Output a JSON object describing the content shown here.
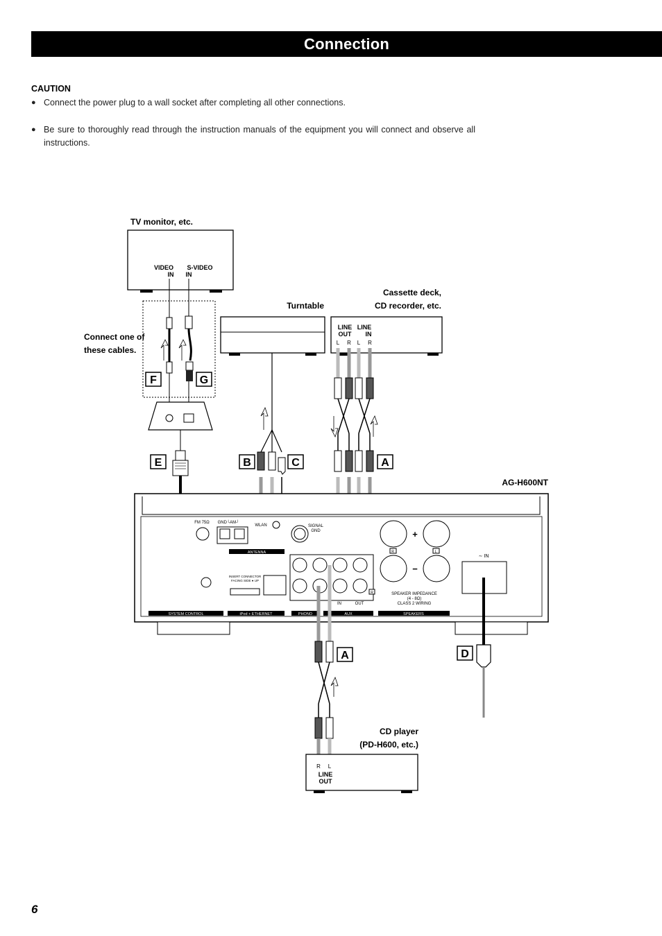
{
  "header": {
    "title": "Connection"
  },
  "caution": {
    "heading": "CAUTION",
    "items": [
      "Connect the power plug to a wall socket after completing all other connections.",
      "Be sure to thoroughly read through the instruction manuals of the equipment you will connect and observe all instructions."
    ]
  },
  "diagram": {
    "tv": {
      "label": "TV monitor, etc.",
      "video_in_1": "VIDEO",
      "video_in_2": "IN",
      "svideo_in_1": "S-VIDEO",
      "svideo_in_2": "IN"
    },
    "connect_note_1": "Connect one of",
    "connect_note_2": "these cables.",
    "turntable": {
      "label": "Turntable"
    },
    "cassette": {
      "label_1": "Cassette deck,",
      "label_2": "CD recorder, etc.",
      "line_out_1": "LINE",
      "line_out_2": "OUT",
      "line_in_1": "LINE",
      "line_in_2": "IN",
      "ch_l1": "L",
      "ch_r1": "R",
      "ch_l2": "L",
      "ch_r2": "R"
    },
    "unit": {
      "model": "AG-H600NT",
      "fm": "FM 75Ω",
      "gnd_am": "GND└AM┘",
      "antenna": "ANTENNA",
      "wlan": "WLAN",
      "signal_gnd_1": "SIGNAL",
      "signal_gnd_2": "GND",
      "insert_1": "INSERT CONNECTOR",
      "insert_2": "FACING SIDE ● UP",
      "system_control": "SYSTEM CONTROL",
      "ipod_ethernet": "iPod + ETHERNET",
      "phono": "PHONO",
      "aux": "AUX",
      "aux_in": "IN",
      "aux_out": "OUT",
      "speakers": "SPEAKERS",
      "spk_r": "R",
      "spk_l": "L",
      "impedance_1": "SPEAKER IMPEDANCE",
      "impedance_2": "(4 - 8Ω)",
      "impedance_3": "CLASS 2 WIRING",
      "ac_in": "∼ IN",
      "plus": "+",
      "minus": "−",
      "r_mark": "R"
    },
    "cd_player": {
      "label_1": "CD player",
      "label_2": "(PD-H600, etc.)",
      "ch_r": "R",
      "ch_l": "L",
      "line_out_1": "LINE",
      "line_out_2": "OUT"
    },
    "callouts": {
      "a1": "A",
      "a2": "A",
      "b": "B",
      "c": "C",
      "d": "D",
      "e": "E",
      "f": "F",
      "g": "G"
    }
  },
  "footer": {
    "page_number": "6"
  }
}
